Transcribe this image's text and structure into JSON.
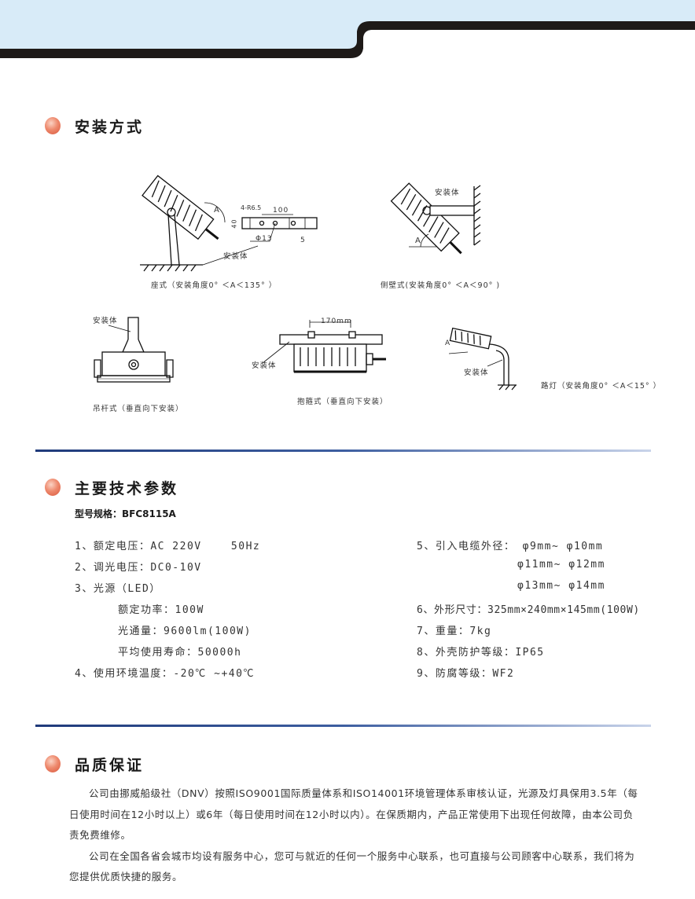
{
  "sections": {
    "install": {
      "title": "安装方式",
      "diagrams": {
        "base": {
          "caption": "座式（安装角度0° ＜A＜135° ）",
          "label_mount": "安装体",
          "angle": "A",
          "dim_holes": "4-R6.5",
          "dim_100": "100",
          "dim_40": "40",
          "dim_phi13": "Φ13",
          "dim_5": "5"
        },
        "side_wall": {
          "caption": "侧壁式(安装角度0° ＜A＜90° )",
          "label_mount": "安装体",
          "angle": "A"
        },
        "pendant": {
          "caption": "吊杆式（垂直向下安装）",
          "label_mount": "安装体"
        },
        "clamp": {
          "caption": "抱箍式（垂直向下安装）",
          "label_mount": "安装体",
          "dim_170": "170mm"
        },
        "street": {
          "caption": "路灯（安装角度0° ＜A＜15° ）",
          "label_mount": "安装体",
          "angle": "A"
        }
      }
    },
    "specs": {
      "title": "主要技术参数",
      "model": "型号规格：BFC8115A",
      "left": [
        "1、额定电压：AC 220V    50Hz",
        "2、调光电压：DC0-10V",
        "3、光源（LED）",
        "额定功率：100W",
        "光通量：9600lm(100W)",
        "平均使用寿命：50000h",
        "4、使用环境温度：-20℃ ~+40℃"
      ],
      "right": [
        "5、引入电缆外径： φ9mm~ φ10mm",
        "φ11mm~ φ12mm",
        "φ13mm~ φ14mm",
        "6、外形尺寸：325mm×240mm×145mm(100W)",
        "7、重量：7kg",
        "8、外壳防护等级：IP65",
        "9、防腐等级：WF2"
      ]
    },
    "quality": {
      "title": "品质保证",
      "paragraphs": [
        "公司由挪威船级社（DNV）按照ISO9001国际质量体系和ISO14001环境管理体系审核认证，光源及灯具保用3.5年（每日使用时间在12小时以上）或6年（每日使用时间在12小时以内）。在保质期内，产品正常使用下出现任何故障，由本公司负责免费维修。",
        "公司在全国各省会城市均设有服务中心，您可与就近的任何一个服务中心联系，也可直接与公司顾客中心联系，我们将为您提供优质快捷的服务。"
      ]
    }
  },
  "colors": {
    "header_blue": "#d8ebf8",
    "band": "#1e1a18",
    "divider": "#1f3a7a",
    "bullet": "#e57558"
  }
}
